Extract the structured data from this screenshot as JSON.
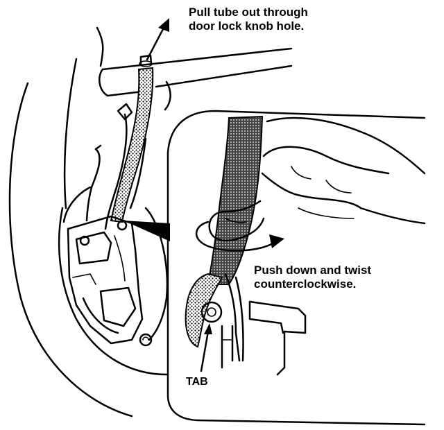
{
  "annotations": {
    "pull_tube": [
      "Pull tube out through",
      "door lock knob hole."
    ],
    "push_twist": [
      "Push down and twist",
      "counterclockwise."
    ],
    "tab": "TAB"
  }
}
